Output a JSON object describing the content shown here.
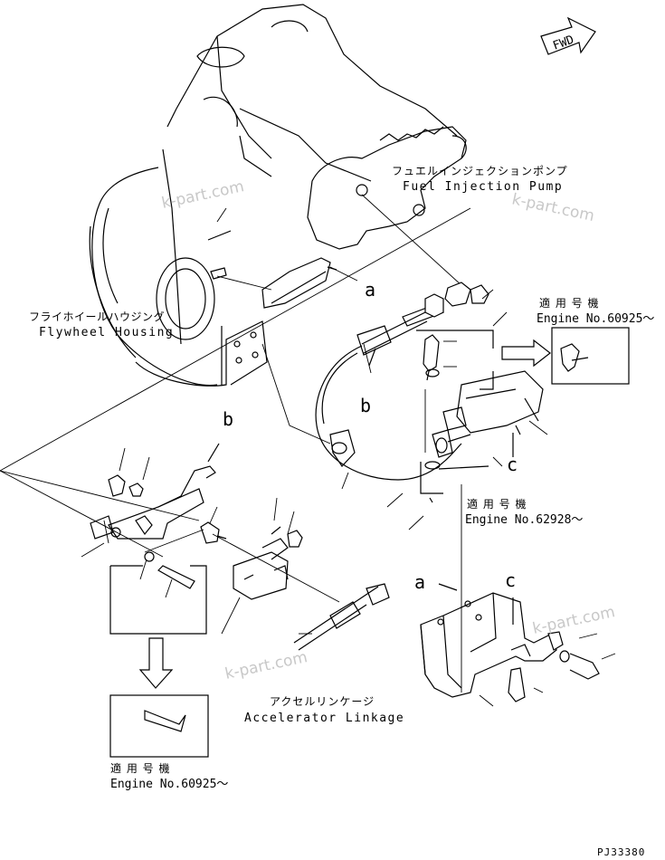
{
  "labels": {
    "fwd": "FWD",
    "fuel_pump_jp": "フュエルインジェクションポンプ",
    "fuel_pump_en": "Fuel Injection Pump",
    "flywheel_jp": "フライホイールハウジング",
    "flywheel_en": "Flywheel Housing",
    "accel_jp": "アクセルリンケージ",
    "accel_en": "Accelerator Linkage",
    "applicable_jp": "適 用 号 機",
    "engine_60925_a": "Engine No.60925〜",
    "engine_62928": "Engine No.62928〜",
    "engine_60925_b": "Engine No.60925〜",
    "ref_a1": "a",
    "ref_b1": "b",
    "ref_c1": "c",
    "ref_b2": "b",
    "ref_a2": "a",
    "ref_c2": "c",
    "drawing_no": "PJ33380"
  },
  "watermarks": [
    "k-part.com",
    "k-part.com",
    "k-part.com",
    "k-part.com"
  ]
}
